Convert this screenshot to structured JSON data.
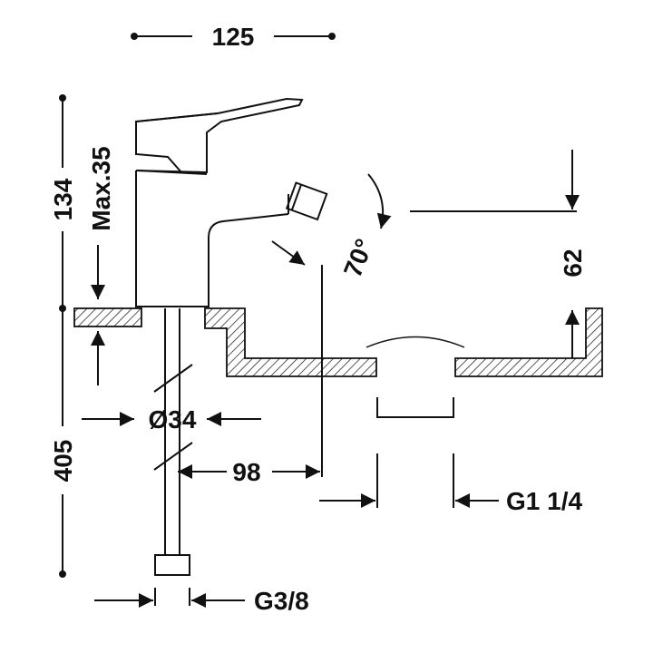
{
  "drawing": {
    "stroke_color": "#111111",
    "background": "#ffffff"
  },
  "dimensions": {
    "width_top": "125",
    "height_body": "134",
    "max_deck": "Max.35",
    "angle": "70°",
    "height_bowl": "62",
    "hole_diameter": "Ø34",
    "height_total": "405",
    "reach": "98",
    "drain_thread": "G1 1/4",
    "supply_thread": "G3/8"
  }
}
